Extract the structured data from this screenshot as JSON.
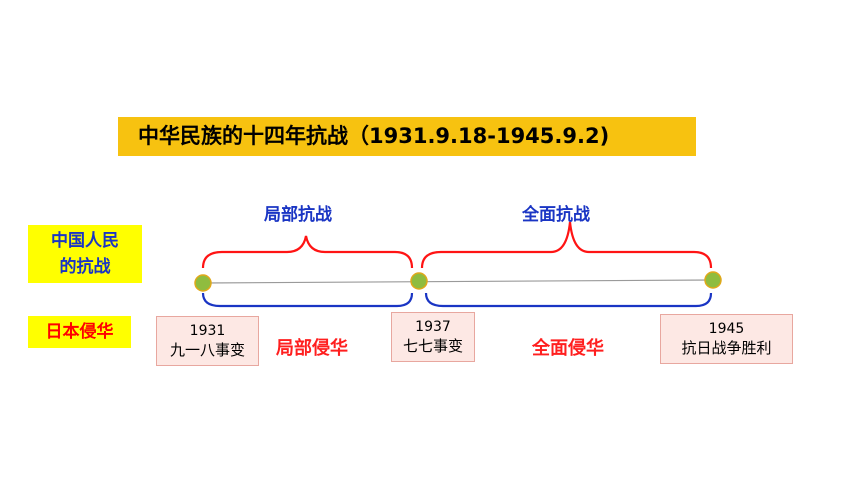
{
  "title": "中华民族的十四年抗战（1931.9.18-1945.9.2)",
  "left_labels": {
    "china": [
      "中国人民",
      "的抗战"
    ],
    "japan": "日本侵华"
  },
  "phases": {
    "china_partial": "局部抗战",
    "china_full": "全面抗战",
    "japan_partial": "局部侵华",
    "japan_full": "全面侵华"
  },
  "events": [
    {
      "year": "1931",
      "name": "九一八事变"
    },
    {
      "year": "1937",
      "name": "七七事变"
    },
    {
      "year": "1945",
      "name": "抗日战争胜利"
    }
  ],
  "colors": {
    "title_bg": "#f7c210",
    "label_bg": "#ffff00",
    "blue": "#1a35c4",
    "red": "#ff0000",
    "node": "#8fbc3f"
  }
}
